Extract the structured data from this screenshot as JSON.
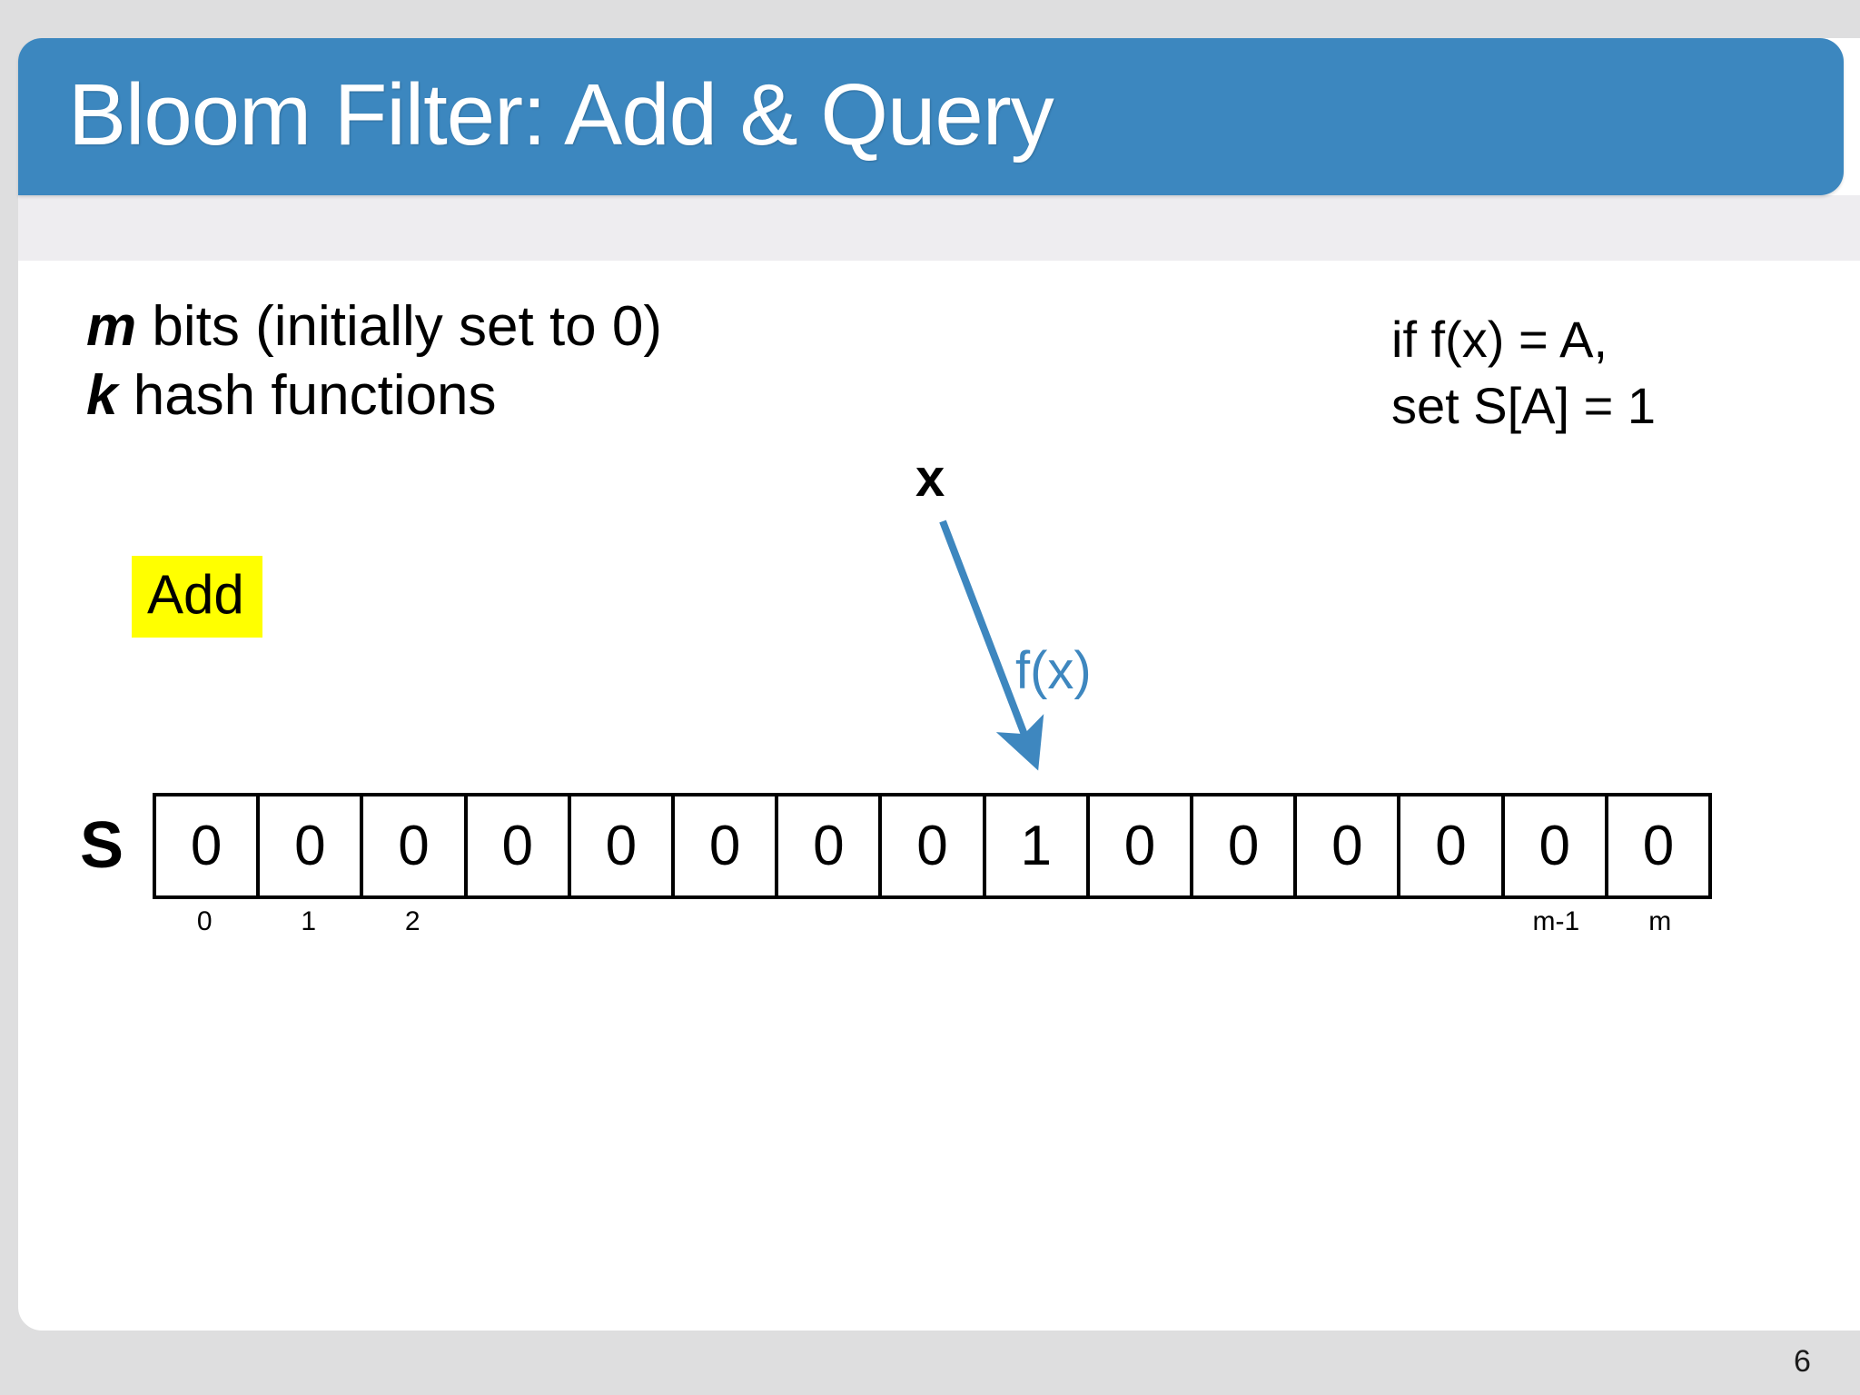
{
  "slide": {
    "title": "Bloom Filter: Add & Query",
    "page_number": "6",
    "accent_color": "#3c87bf",
    "highlight_color": "#ffff00",
    "arrow_color": "#3e87bf"
  },
  "definition": {
    "line1_symbol": "m",
    "line1_text": " bits (initially set to 0)",
    "line2_symbol": "k",
    "line2_text": " hash functions"
  },
  "rule": {
    "line1": "if f(x) = A,",
    "line2": "set S[A] =  1"
  },
  "operation": {
    "add_label": "Add",
    "element_label": "x",
    "function_label": "f(x)"
  },
  "bit_array": {
    "name": "S",
    "bits": [
      "0",
      "0",
      "0",
      "0",
      "0",
      "0",
      "0",
      "0",
      "1",
      "0",
      "0",
      "0",
      "0",
      "0",
      "0"
    ],
    "index_labels": [
      "0",
      "1",
      "2",
      "",
      "",
      "",
      "",
      "",
      "",
      "",
      "",
      "",
      "",
      "m-1",
      "m"
    ]
  }
}
